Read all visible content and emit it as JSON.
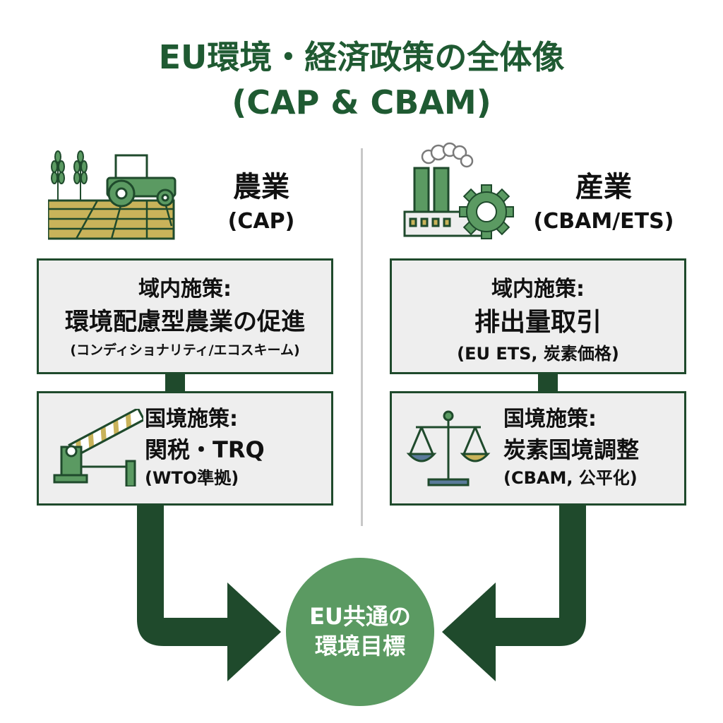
{
  "title": {
    "line1": "EU環境・経済政策の全体像",
    "line2": "(CAP & CBAM)"
  },
  "left": {
    "sector_name": "農業",
    "sector_sub": "(CAP)",
    "sector_icon": "farm-tractor-icon",
    "domestic": {
      "label": "域内施策:",
      "main": "環境配慮型農業の促進",
      "sub": "(コンディショナリティ/エコスキーム)"
    },
    "border": {
      "label": "国境施策:",
      "main": "関税・TRQ",
      "sub": "(WTO準拠)",
      "icon": "barrier-gate-icon"
    }
  },
  "right": {
    "sector_name": "産業",
    "sector_sub": "(CBAM/ETS)",
    "sector_icon": "factory-gear-icon",
    "domestic": {
      "label": "域内施策:",
      "main": "排出量取引",
      "sub": "(EU ETS, 炭素価格)"
    },
    "border": {
      "label": "国境施策:",
      "main": "炭素国境調整",
      "sub": "(CBAM, 公平化)",
      "icon": "balance-scale-icon"
    }
  },
  "goal": {
    "line1": "EU共通の",
    "line2": "環境目標"
  },
  "colors": {
    "dark_green": "#1f4a2c",
    "title_green": "#1f5a32",
    "mid_green": "#5b9a62",
    "gold": "#c9b35a",
    "box_fill": "#eeeeee"
  }
}
